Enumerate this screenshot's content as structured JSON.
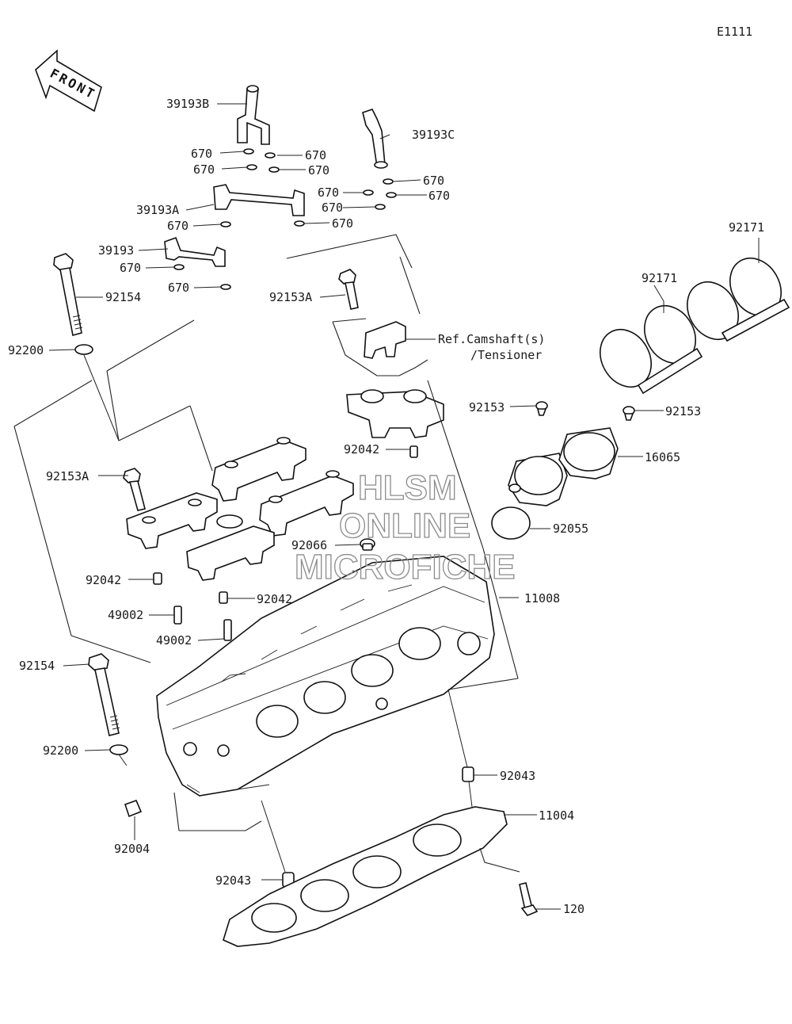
{
  "diagram_code": "E1111",
  "front_arrow_label": "FRONT",
  "watermark": {
    "line1": "HLSM",
    "line2": "ONLINE",
    "line3": "MICROFICHE"
  },
  "labels": {
    "p39193B": "39193B",
    "p39193C": "39193C",
    "p39193A": "39193A",
    "p39193": "39193",
    "o670_1": "670",
    "o670_2": "670",
    "o670_3": "670",
    "o670_4": "670",
    "o670_5": "670",
    "o670_6": "670",
    "o670_7": "670",
    "o670_8": "670",
    "o670_9": "670",
    "o670_10": "670",
    "o670_11": "670",
    "o670_12": "670",
    "p92154_top": "92154",
    "p92200_top": "92200",
    "p92153A_top": "92153A",
    "ref_line1": "Ref.Camshaft(s)",
    "ref_line2": "/Tensioner",
    "p92171_a": "92171",
    "p92171_b": "92171",
    "p92153_left": "92153",
    "p92153_right": "92153",
    "p16065": "16065",
    "p92042_top": "92042",
    "p92153A_left": "92153A",
    "p92055": "92055",
    "p92066": "92066",
    "p11008": "11008",
    "p92042_left": "92042",
    "p92042_mid": "92042",
    "p49002_a": "49002",
    "p49002_b": "49002",
    "p92154_bot": "92154",
    "p92200_bot": "92200",
    "p92043_right": "92043",
    "p11004": "11004",
    "p92004": "92004",
    "p92043_bot": "92043",
    "p120": "120"
  }
}
